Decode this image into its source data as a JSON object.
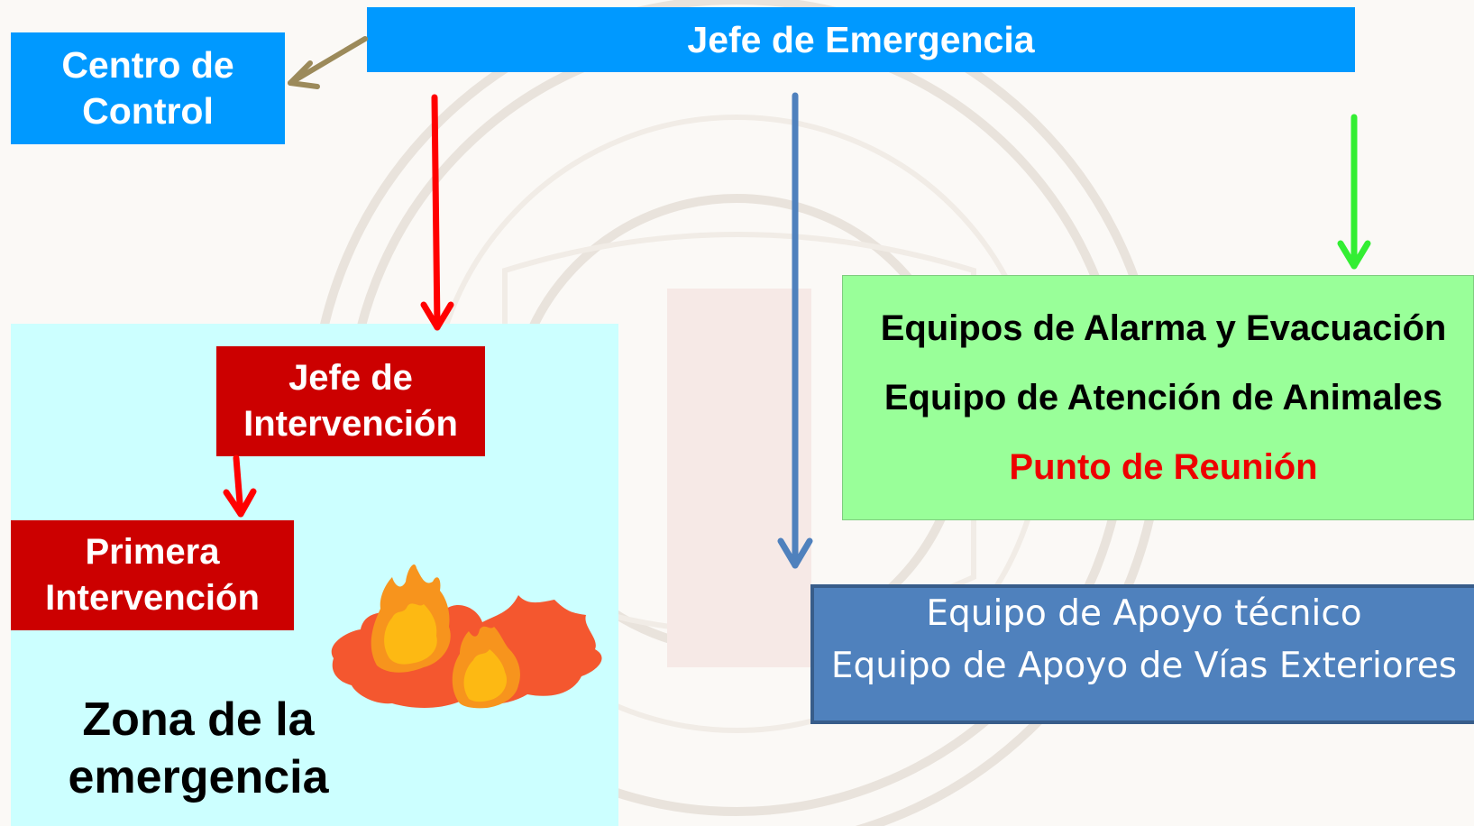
{
  "diagram": {
    "jefe_emergencia": "Jefe de Emergencia",
    "centro_control": [
      "Centro de",
      "Control"
    ],
    "jefe_intervencion": [
      "Jefe de",
      "Intervención"
    ],
    "primera_intervencion": [
      "Primera",
      "Intervención"
    ],
    "zona_emergencia": [
      "Zona de la",
      "emergencia"
    ],
    "equipos_alarma": {
      "line1": "Equipos de Alarma y Evacuación",
      "line2": "Equipo de Atención de Animales",
      "line3": "Punto de Reunión"
    },
    "equipo_apoyo": {
      "line1": "Equipo de Apoyo técnico",
      "line2": "Equipo de Apoyo de Vías Exteriores"
    }
  },
  "colors": {
    "header_blue": "#0099ff",
    "red_box": "#cc0000",
    "zone_cyan": "#ccffff",
    "green_box": "#99ff99",
    "steel_blue": "#4f81bd",
    "arrow_red": "#ff0000",
    "arrow_blue": "#4f81bd",
    "arrow_green": "#33ee33",
    "arrow_olive": "#9c8a5a"
  },
  "icons": [
    "fire-icon",
    "seal-watermark"
  ]
}
